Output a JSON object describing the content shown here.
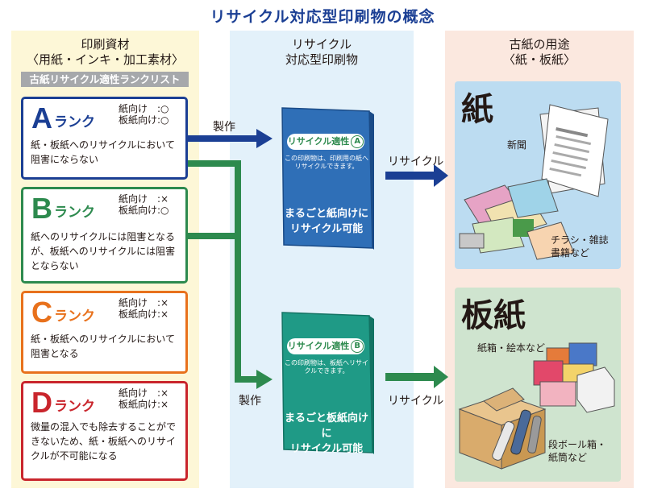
{
  "title": "リサイクル対応型印刷物の概念",
  "left": {
    "heading_line1": "印刷資材",
    "heading_line2": "〈用紙・インキ・加工素材〉",
    "list_label": "古紙リサイクル適性ランクリスト",
    "ranks": [
      {
        "letter": "A",
        "rank_word": "ランク",
        "cond1": "紙向け　:○",
        "cond2": "板紙向け:○",
        "desc": "紙・板紙へのリサイクルにおいて阻害にならない",
        "color": "#1b3f94"
      },
      {
        "letter": "B",
        "rank_word": "ランク",
        "cond1": "紙向け　:×",
        "cond2": "板紙向け:○",
        "desc": "紙へのリサイクルには阻害となるが、板紙へのリサイクルには阻害とならない",
        "color": "#2d8a4e"
      },
      {
        "letter": "C",
        "rank_word": "ランク",
        "cond1": "紙向け　:×",
        "cond2": "板紙向け:×",
        "desc": "紙・板紙へのリサイクルにおいて阻害となる",
        "color": "#e8711c"
      },
      {
        "letter": "D",
        "rank_word": "ランク",
        "cond1": "紙向け　:×",
        "cond2": "板紙向け:×",
        "desc": "微量の混入でも除去することができないため、紙・板紙へのリサイクルが不可能になる",
        "color": "#c9252c"
      }
    ]
  },
  "middle": {
    "heading_line1": "リサイクル",
    "heading_line2": "対応型印刷物",
    "book_a": {
      "badge": "リサイクル適性",
      "badge_mark": "A",
      "small": "この印刷物は、印刷用の紙へリサイクルできます。",
      "big_line1": "まるごと紙向けに",
      "big_line2": "リサイクル可能",
      "color": "#2f6fb7"
    },
    "book_b": {
      "badge": "リサイクル適性",
      "badge_mark": "B",
      "small": "この印刷物は、板紙へリサイクルできます。",
      "big_line1": "まるごと板紙向けに",
      "big_line2": "リサイクル可能",
      "color": "#1f9a86"
    }
  },
  "right": {
    "heading_line1": "古紙の用途",
    "heading_line2": "〈紙・板紙〉",
    "paper": {
      "title": "紙",
      "label_newspaper": "新聞",
      "label_flyer1": "チラシ・雑誌",
      "label_flyer2": "書籍など"
    },
    "board": {
      "title": "板紙",
      "label_box": "紙箱・絵本など",
      "label_cardboard1": "段ボール箱・",
      "label_cardboard2": "紙筒など"
    }
  },
  "arrows": {
    "produce_top": "製作",
    "produce_bottom": "製作",
    "recycle_top": "リサイクル",
    "recycle_bottom": "リサイクル"
  },
  "colors": {
    "blue_arrow": "#1b3f94",
    "green_arrow": "#2d8a4e"
  }
}
